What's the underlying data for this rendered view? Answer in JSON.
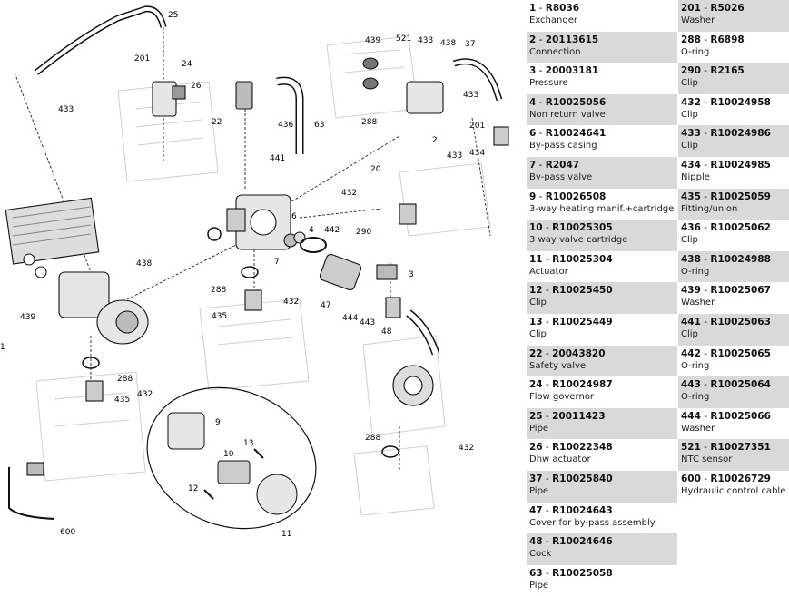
{
  "diagram": {
    "callouts": [
      "25",
      "201",
      "24",
      "26",
      "433",
      "22",
      "436",
      "63",
      "439",
      "521",
      "433",
      "438",
      "37",
      "433",
      "288",
      "2",
      "201",
      "434",
      "433",
      "441",
      "20",
      "432",
      "6",
      "4",
      "7",
      "442",
      "290",
      "3",
      "438",
      "288",
      "435",
      "432",
      "47",
      "444",
      "443",
      "48",
      "1",
      "439",
      "288",
      "435",
      "432",
      "9",
      "10",
      "13",
      "12",
      "11",
      "288",
      "432",
      "600"
    ]
  },
  "parts_left": [
    {
      "num": "1",
      "code": "R8036",
      "desc": "Exchanger"
    },
    {
      "num": "2",
      "code": "20113615",
      "desc": "Connection"
    },
    {
      "num": "3",
      "code": "20003181",
      "desc": "Pressure"
    },
    {
      "num": "4",
      "code": "R10025056",
      "desc": "Non return valve"
    },
    {
      "num": "6",
      "code": "R10024641",
      "desc": "By-pass casing"
    },
    {
      "num": "7",
      "code": "R2047",
      "desc": "By-pass valve"
    },
    {
      "num": "9",
      "code": "R10026508",
      "desc": "3-way heating manif.+cartridge"
    },
    {
      "num": "10",
      "code": "R10025305",
      "desc": "3 way valve cartridge"
    },
    {
      "num": "11",
      "code": "R10025304",
      "desc": "Actuator"
    },
    {
      "num": "12",
      "code": "R10025450",
      "desc": "Clip"
    },
    {
      "num": "13",
      "code": "R10025449",
      "desc": "Clip"
    },
    {
      "num": "22",
      "code": "20043820",
      "desc": "Safety valve"
    },
    {
      "num": "24",
      "code": "R10024987",
      "desc": "Flow governor"
    },
    {
      "num": "25",
      "code": "20011423",
      "desc": "Pipe"
    },
    {
      "num": "26",
      "code": "R10022348",
      "desc": "Dhw actuator"
    },
    {
      "num": "37",
      "code": "R10025840",
      "desc": "Pipe"
    },
    {
      "num": "47",
      "code": "R10024643",
      "desc": "Cover for by-pass assembly"
    },
    {
      "num": "48",
      "code": "R10024646",
      "desc": "Cock"
    },
    {
      "num": "63",
      "code": "R10025058",
      "desc": "Pipe"
    }
  ],
  "parts_right": [
    {
      "num": "201",
      "code": "R5026",
      "desc": "Washer"
    },
    {
      "num": "288",
      "code": "R6898",
      "desc": "O-ring"
    },
    {
      "num": "290",
      "code": "R2165",
      "desc": "Clip"
    },
    {
      "num": "432",
      "code": "R10024958",
      "desc": "Clip"
    },
    {
      "num": "433",
      "code": "R10024986",
      "desc": "Clip"
    },
    {
      "num": "434",
      "code": "R10024985",
      "desc": "Nipple"
    },
    {
      "num": "435",
      "code": "R10025059",
      "desc": "Fitting/union"
    },
    {
      "num": "436",
      "code": "R10025062",
      "desc": "Clip"
    },
    {
      "num": "438",
      "code": "R10024988",
      "desc": "O-ring"
    },
    {
      "num": "439",
      "code": "R10025067",
      "desc": "Washer"
    },
    {
      "num": "441",
      "code": "R10025063",
      "desc": "Clip"
    },
    {
      "num": "442",
      "code": "R10025065",
      "desc": "O-ring"
    },
    {
      "num": "443",
      "code": "R10025064",
      "desc": "O-ring"
    },
    {
      "num": "444",
      "code": "R10025066",
      "desc": "Washer"
    },
    {
      "num": "521",
      "code": "R10027351",
      "desc": "NTC sensor"
    },
    {
      "num": "600",
      "code": "R10026729",
      "desc": "Hydraulic control cable"
    }
  ]
}
